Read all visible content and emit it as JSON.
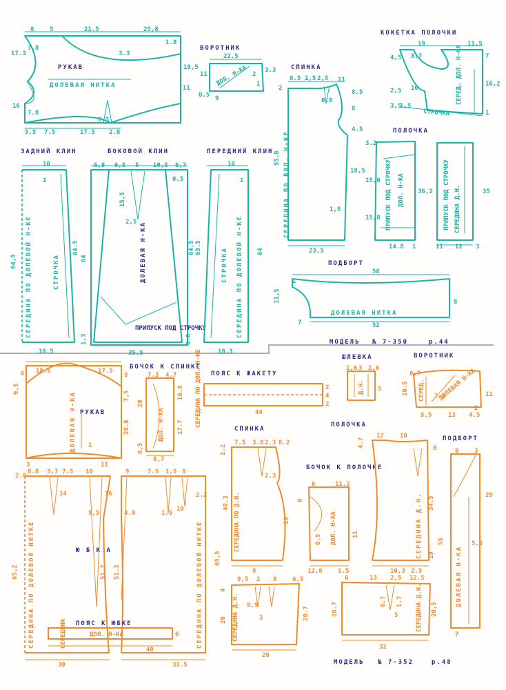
{
  "top": {
    "sleeve": {
      "title": "РУКАВ",
      "grain": "ДОЛЕВАЯ НИТКА",
      "d": {
        "a": "8",
        "b": "5",
        "c": "21.5",
        "d": "25,8",
        "e": "17.3",
        "f": "7.8",
        "g": "1.8",
        "h": "3.3",
        "i": "19,5",
        "j": "16",
        "k": "7.8",
        "l": "5,5",
        "m": "7.5",
        "n": "17.5",
        "o": "8.5",
        "p": "2.8",
        "q": "11"
      }
    },
    "collar": {
      "title": "ВОРОТНИК",
      "grain": "ДОЛ. Н-КА",
      "d": {
        "a": "22.5",
        "b": "11",
        "c": "2",
        "d": "3.3",
        "e": "0,5",
        "f": "9",
        "g": "1"
      }
    },
    "back": {
      "title": "СПИНКА",
      "center": "СЕРЕДИНА ПО ДОЛ. Н-КЕ",
      "d": {
        "a": "8.5",
        "b": "1,5",
        "c": "2,5",
        "d": "11",
        "e": "2",
        "f": "8,5",
        "g": "0.8",
        "h": "8",
        "i": "4.5",
        "j": "55.8",
        "k": "18,5",
        "l": "1,5",
        "m": "23,5"
      }
    },
    "yoke": {
      "title": "КОКЕТКА ПОЛОЧКИ",
      "grain": "СЕРЕД. ДОЛ. Н-КА",
      "stitch": "СТРОЧКА",
      "d": {
        "a": "19",
        "b": "11,5",
        "c": "4,5",
        "d": "8.7",
        "e": "7",
        "f": "10",
        "g": "2,5",
        "h": "16,2",
        "i": "3,5",
        "j": "1,5",
        "k": "1"
      }
    },
    "front": {
      "title": "ПОЛОЧКА",
      "allowance_a": "ПРИПУСК ПОД СТРОЧКУ",
      "grain": "ДОЛ. Н-КА",
      "allowance_b": "ПРИПУСК ПОД СТРОЧКУ",
      "center": "СЕРЕДИНА Д.Н.",
      "d": {
        "a": "3.2",
        "b": "15,6",
        "c": "36,2",
        "d": "15,8",
        "e": "14.8",
        "f": "1",
        "g": "35",
        "h": "11",
        "i": "12",
        "j": "3"
      }
    },
    "back_gore": {
      "title": "ЗАДНИЙ КЛИН",
      "stitch": "СТРОЧКА",
      "center": "СЕРЕДИНА ПО ДОЛЕВОЙ Н-КЕ",
      "d": {
        "a": "10",
        "b": "1",
        "c": "64.5",
        "d": "64,5",
        "e": "18.5"
      }
    },
    "side_gore": {
      "title": "БОКОВОЙ КЛИН",
      "grain": "ДОЛЕВАЯ Н-КА",
      "allowance": "ПРИПУСК ПОД СТРОЧКУ",
      "d": {
        "a": "6,8",
        "b": "6,5",
        "c": "5",
        "d": "10,5",
        "e": "6,7",
        "f": "0,5",
        "g": "15,5",
        "h": "2,5",
        "i": "64",
        "j": "64,5",
        "k": "1,3",
        "l": "35,5",
        "m": "0.8"
      }
    },
    "front_gore": {
      "title": "ПЕРЕДНИЙ КЛИН",
      "stitch": "СТРОЧКА",
      "center": "СЕРЕДИНА ПО ДОЛЕВОЙ Н-КЕ",
      "d": {
        "a": "10",
        "b": "1",
        "c": "63.5",
        "d": "64",
        "e": "18,3"
      }
    },
    "facing": {
      "title": "ПОДБОРТ",
      "grain": "ДОЛЕВАЯ НИТКА",
      "d": {
        "a": "58",
        "b": "1",
        "c": "11,5",
        "d": "8",
        "e": "7",
        "f": "52"
      }
    },
    "model": {
      "label": "МОДЕЛЬ",
      "num": "№ 7-350",
      "page": "р.44"
    }
  },
  "bottom": {
    "sleeve": {
      "title": "РУКАВ",
      "grain": "ДОЛЕВАЯ Н-КА",
      "d": {
        "a": "6",
        "b": "18.5",
        "c": "17.5",
        "d": "8",
        "e": "9,5",
        "f": "7,5",
        "g": "20.8",
        "h": "3",
        "i": "1",
        "j": "11"
      }
    },
    "side_to_back": {
      "title": "БОЧОК К СПИНКЕ",
      "grain": "ДОЛ. Н-КА",
      "d": {
        "a": "7.3",
        "b": "4.7",
        "c": "28",
        "d": "16.8",
        "e": "17.7",
        "f": "0,5",
        "g": "8,7"
      }
    },
    "waist_jacket": {
      "title": "ПОЯС К ЖАКЕТУ",
      "center": "СЕРЕДИНА ПО ДОЛ. Н-КЕ",
      "d": {
        "a": "2",
        "b": "4",
        "c": "2",
        "d": "44"
      }
    },
    "loop": {
      "title": "ШЛЕВКА",
      "grain": "Д.Н.",
      "d": {
        "a": "1,6",
        "b": "3",
        "c": "1,6",
        "d": "5"
      }
    },
    "collar": {
      "title": "ВОРОТНИК",
      "grain": "ДОЛЕВАЯ Н-КА",
      "center": "СЕРЕД.",
      "d": {
        "a": "0,7",
        "b": "10.5",
        "c": "1,6",
        "d": "8,5",
        "e": "13",
        "f": "4.5",
        "g": "11",
        "h": "2"
      }
    },
    "skirt": {
      "title": "Ю Б К А",
      "center_a": "СЕРЕДИНА ПО ДОЛЕВОЙ НИТКЕ",
      "center_b": "СЕРЕДИНА ПО ДОЛЕВОЙ НИТКЕ",
      "d": {
        "a": "2.8",
        "b": "8.8",
        "c": "3,7",
        "d": "7.5",
        "e": "10",
        "f": "14",
        "g": "16",
        "h": "5,5",
        "i": "65,2",
        "j": "51,2",
        "k": "30",
        "l": "9",
        "m": "7.5",
        "n": "1,5",
        "o": "8",
        "p": "2,2",
        "q": "10",
        "r": "1,5",
        "s": "4.8",
        "t": "51.3",
        "u": "65,5",
        "v": "33.5"
      }
    },
    "waist_skirt": {
      "title": "ПОЯС К ЮБКЕ",
      "grain": "ДОЛ. Н-КА",
      "center": "СЕРЕДИНА",
      "d": {
        "a": "6",
        "b": "40"
      }
    },
    "back": {
      "title": "СПИНКА",
      "center": "СЕРЕДИНА ПО Д.Н.",
      "d": {
        "a": "7.5",
        "b": "3.8",
        "c": "2.3",
        "d": "8.2",
        "e": "2,2",
        "f": "2,3",
        "g": "40.3",
        "h": "19",
        "i": "8"
      }
    },
    "side_to_front": {
      "title": "БОЧОК К ПОЛОЧКЕ",
      "grain": "ДОЛ. Н-КА",
      "d": {
        "a": "6",
        "b": "11.2",
        "c": "9",
        "d": "0,5",
        "e": "11",
        "f": "12,8",
        "g": "1,5"
      }
    },
    "front": {
      "title": "ПОЛОЧКА",
      "center": "СЕРЕДИНА Д.Н.",
      "d": {
        "a": "4.7",
        "b": "12",
        "c": "10",
        "d": "8",
        "e": "34,5",
        "f": "10,3",
        "g": "2,5",
        "h": "19"
      }
    },
    "facing": {
      "title": "ПОДБОРТ",
      "grain": "ДОЛЕВАЯ Н-КА",
      "d": {
        "a": "8",
        "b": "3",
        "c": "29",
        "d": "55",
        "e": "5,5",
        "f": "7"
      }
    },
    "back_lower": {
      "title": "",
      "center": "СЕРЕДИНА Д.Н.",
      "d": {
        "a": "9,5",
        "b": "2",
        "c": "8",
        "d": "6,5",
        "e": "4",
        "f": "9,5",
        "g": "3",
        "h": "20",
        "i": "20.7",
        "j": "26"
      }
    },
    "front_lower": {
      "title": "",
      "center": "СЕРЕДИНА Д.Н.",
      "d": {
        "a": "6",
        "b": "13",
        "c": "2,5",
        "d": "12.5",
        "e": "8,7",
        "f": "1,7",
        "g": "28.7",
        "h": "20,5",
        "i": "32",
        "j": "5"
      }
    },
    "model": {
      "label": "МОДЕЛЬ",
      "num": "№ 7-352",
      "page": "р.48"
    }
  },
  "colors": {
    "teal": "#19b4a8",
    "orange": "#f08a2a",
    "ink": "#2a2a8a"
  }
}
